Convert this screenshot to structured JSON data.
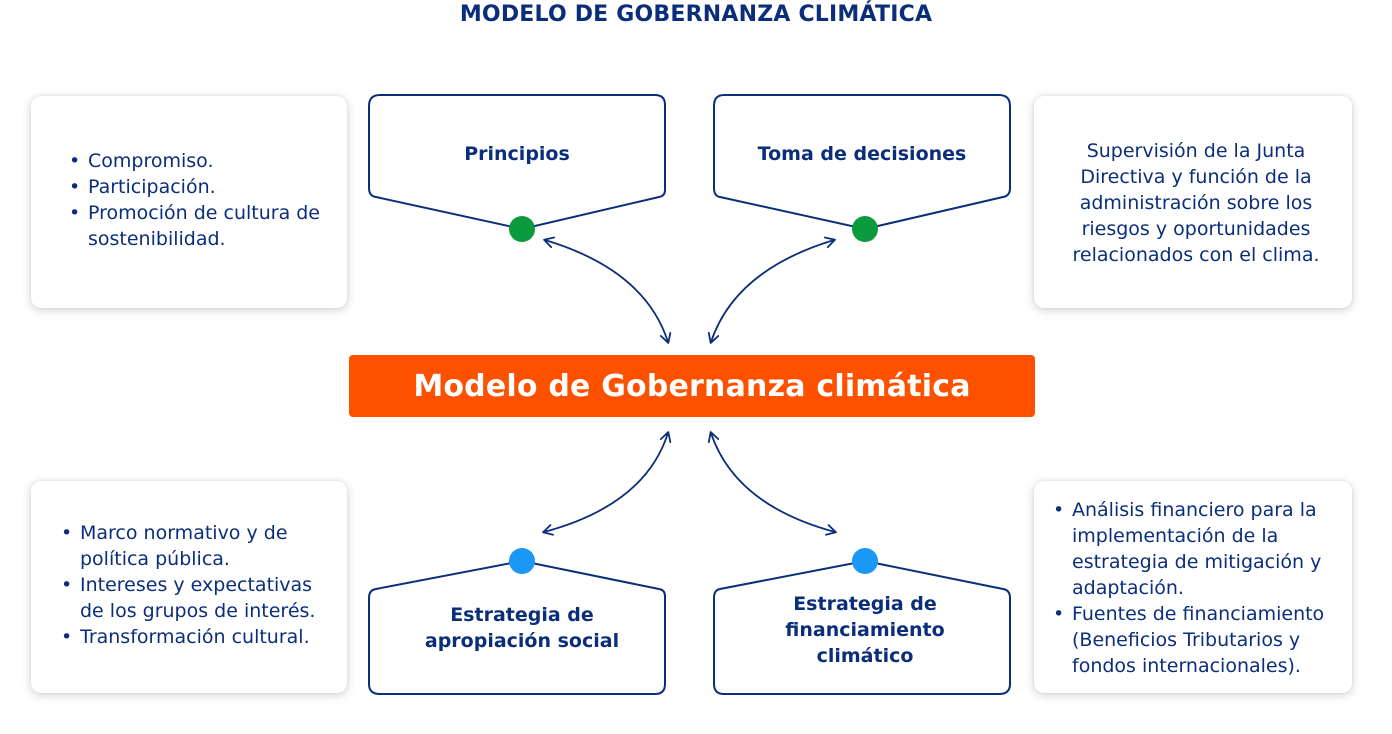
{
  "title": "MODELO DE GOBERNANZA CLIMÁTICA",
  "center": {
    "label": "Modelo de Gobernanza climática",
    "color": "#fd5100"
  },
  "colors": {
    "primary_text": "#0b2e7a",
    "top_node_dot": "#0c9a3e",
    "bottom_node_dot": "#1b97f5"
  },
  "nodes": {
    "principios": {
      "label": "Principios"
    },
    "toma_decisiones": {
      "label": "Toma de decisiones"
    },
    "apropiacion_social": {
      "label": "Estrategia de apropiación social"
    },
    "financiamiento": {
      "label": "Estrategia de financiamiento climático"
    }
  },
  "cards": {
    "principios": {
      "items": [
        "Compromiso.",
        "Participación.",
        "Promoción de cultura de sostenibilidad."
      ]
    },
    "toma_decisiones": {
      "text": "Supervisión de la Junta Directiva y función de la administración  sobre los riesgos y oportunidades relacionados con el clima."
    },
    "apropiacion_social": {
      "items": [
        "Marco normativo y de política pública.",
        "Intereses y expectativas de los grupos de interés.",
        "Transformación cultural."
      ]
    },
    "financiamiento": {
      "items": [
        "Análisis financiero para la implementación de la estrategia de mitigación y adaptación.",
        "Fuentes de financiamiento (Beneficios Tributarios y fondos internacionales)."
      ]
    }
  }
}
